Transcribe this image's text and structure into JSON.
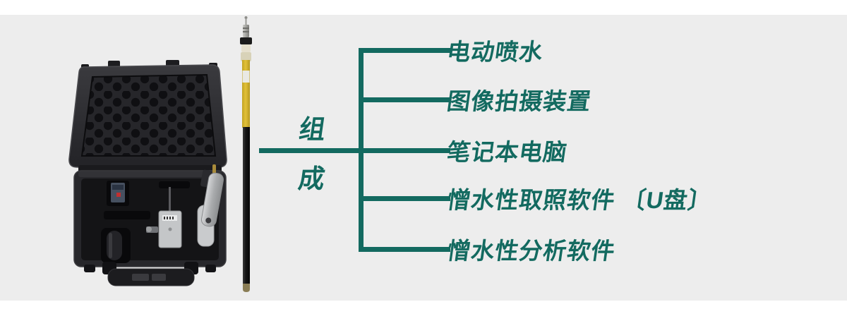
{
  "page": {
    "background_color": "#FFFFFF",
    "band_color": "#EDEDED"
  },
  "diagram": {
    "accent_color": "#136A60",
    "root_label": "组成",
    "root_chars": [
      "组",
      "成"
    ],
    "branches": [
      {
        "label": "电动喷水"
      },
      {
        "label": "图像拍摄装置"
      },
      {
        "label": "笔记本电脑"
      },
      {
        "label": "憎水性取照软件 〔U盘〕"
      },
      {
        "label": "憎水性分析软件"
      }
    ]
  },
  "photo_colors": {
    "case_shell": "#2B2B2F",
    "foam_dark": "#0F0F12",
    "pole_yellow": "#D8B82E",
    "pole_black": "#151515",
    "pole_tip_brass": "#8A7D55"
  }
}
